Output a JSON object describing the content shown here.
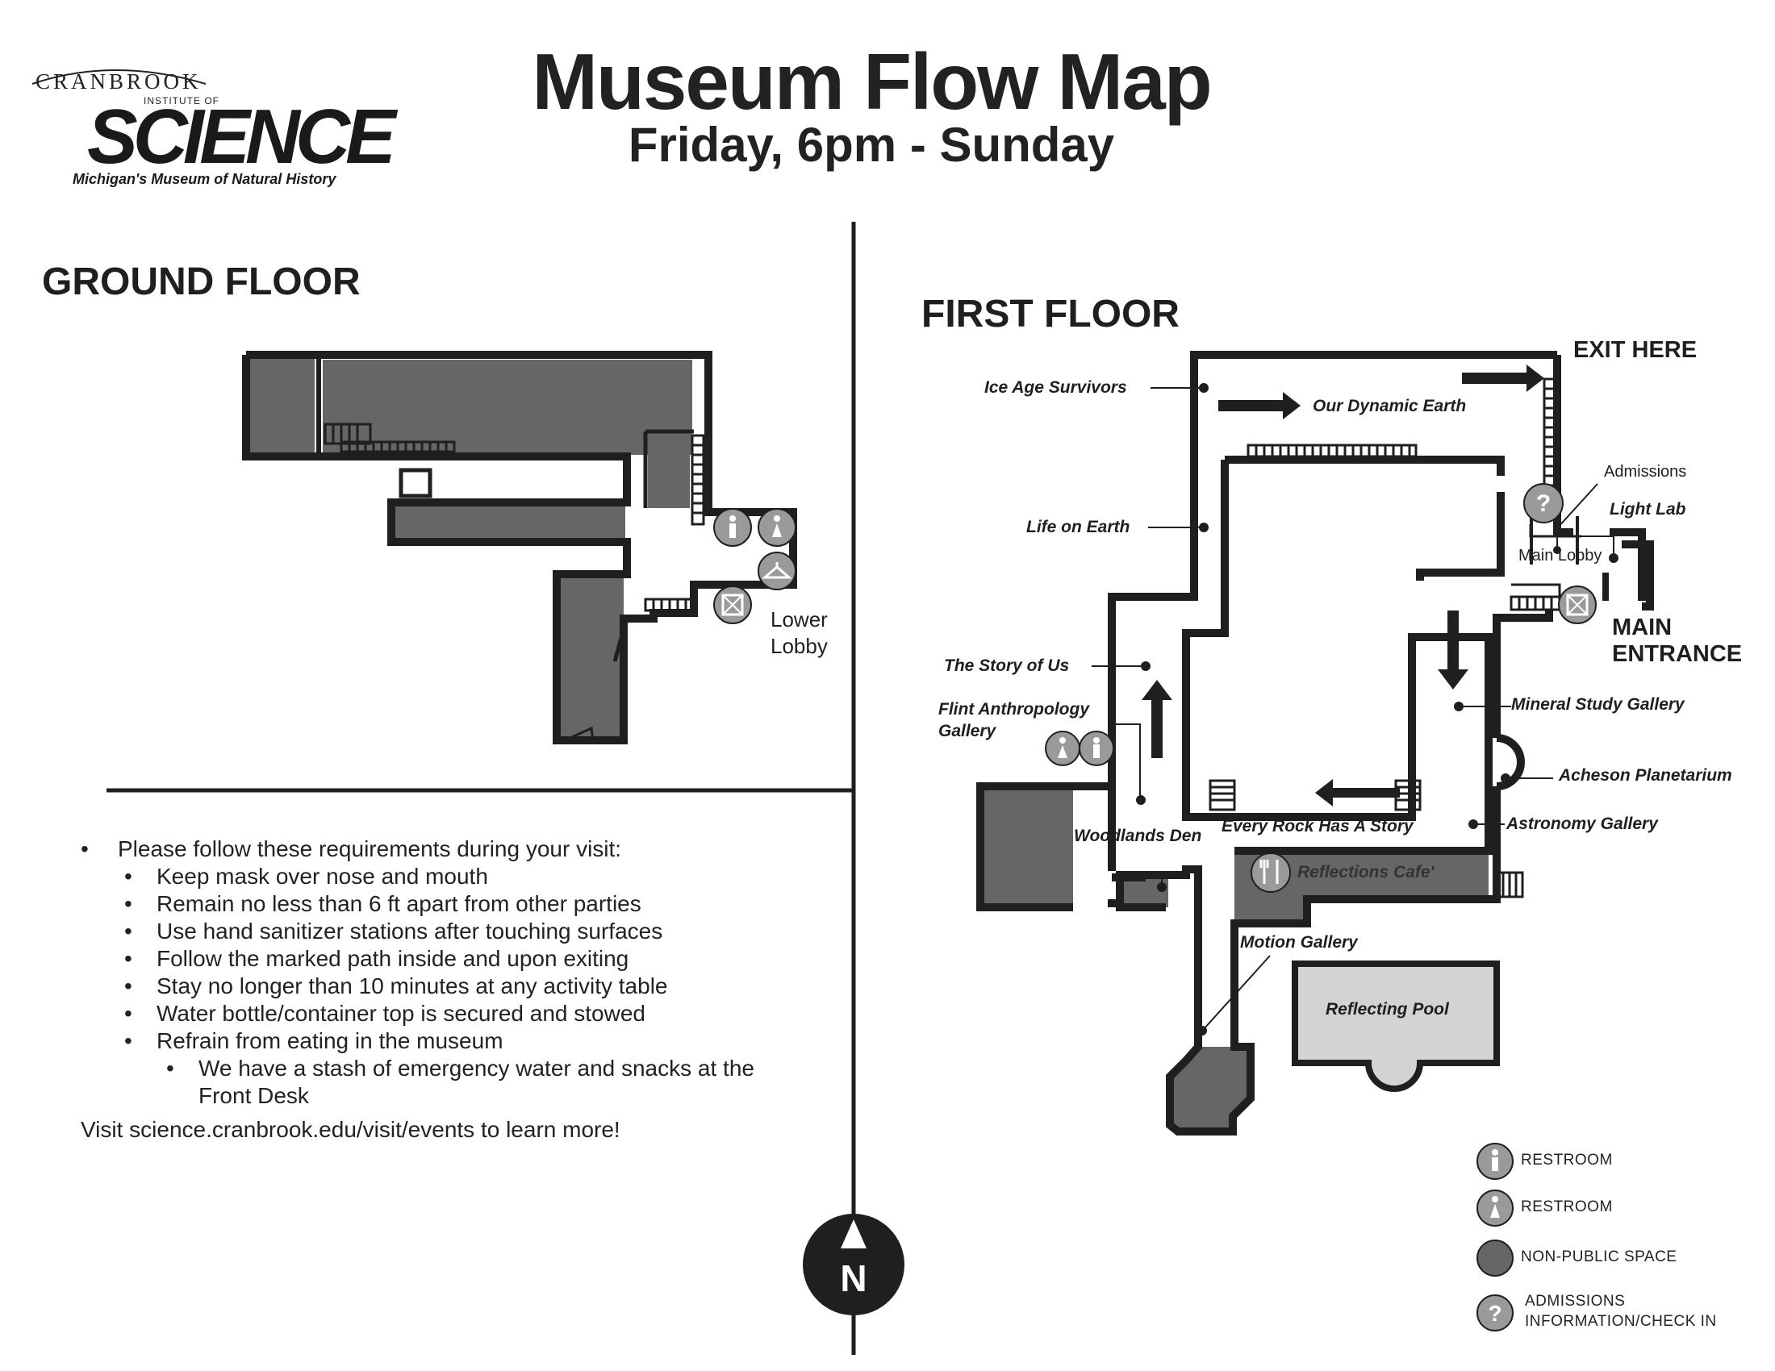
{
  "logo": {
    "top_text": "CRANBROOK",
    "institute_text": "INSTITUTE OF",
    "science_text": "SCIENCE",
    "subtitle": "Michigan's Museum of Natural History"
  },
  "header": {
    "title": "Museum Flow Map",
    "subtitle": "Friday, 6pm - Sunday"
  },
  "ground_floor": {
    "heading": "GROUND FLOOR",
    "lower_lobby": "Lower\nLobby"
  },
  "first_floor": {
    "heading": "FIRST FLOOR",
    "exit": "EXIT HERE",
    "main_entrance": "MAIN\nENTRANCE",
    "labels": {
      "ice_age": "Ice Age Survivors",
      "dynamic_earth": "Our Dynamic Earth",
      "life_on_earth": "Life on Earth",
      "admissions": "Admissions",
      "light_lab": "Light Lab",
      "main_lobby": "Main Lobby",
      "story_of_us": "The Story of Us",
      "flint": "Flint Anthropology\nGallery",
      "mineral": "Mineral Study Gallery",
      "acheson": "Acheson Planetarium",
      "astronomy": "Astronomy Gallery",
      "every_rock": "Every Rock Has A Story",
      "woodlands": "Woodlands Den",
      "reflections": "Reflections Cafe'",
      "motion": "Motion Gallery",
      "reflecting_pool": "Reflecting Pool"
    }
  },
  "rules": {
    "intro": "Please follow these requirements during your visit:",
    "items": [
      "Keep mask over nose and mouth",
      "Remain no less than 6 ft apart from other parties",
      "Use hand sanitizer stations after touching surfaces",
      "Follow the marked path inside and upon exiting",
      "Stay no longer than 10 minutes at any activity table",
      "Water bottle/container top is secured and stowed",
      "Refrain from eating in the museum"
    ],
    "sub_item": "We have a stash of emergency water and snacks at the\nFront Desk",
    "learn_more": "Visit science.cranbrook.edu/visit/events to learn more!"
  },
  "legend": {
    "restroom_men": "RESTROOM",
    "restroom_women": "RESTROOM",
    "non_public": "NON-PUBLIC SPACE",
    "admissions": "ADMISSIONS\nINFORMATION/CHECK IN"
  },
  "compass": {
    "letter": "N"
  },
  "colors": {
    "wall": "#1f1f1f",
    "non_public": "#666666",
    "pool": "#d1d3d4",
    "icon": "#9a9a9a"
  },
  "icons": [
    "men-restroom-icon",
    "women-restroom-icon",
    "coat-check-icon",
    "elevator-icon",
    "admissions-icon",
    "cafe-icon",
    "north-arrow-icon"
  ]
}
